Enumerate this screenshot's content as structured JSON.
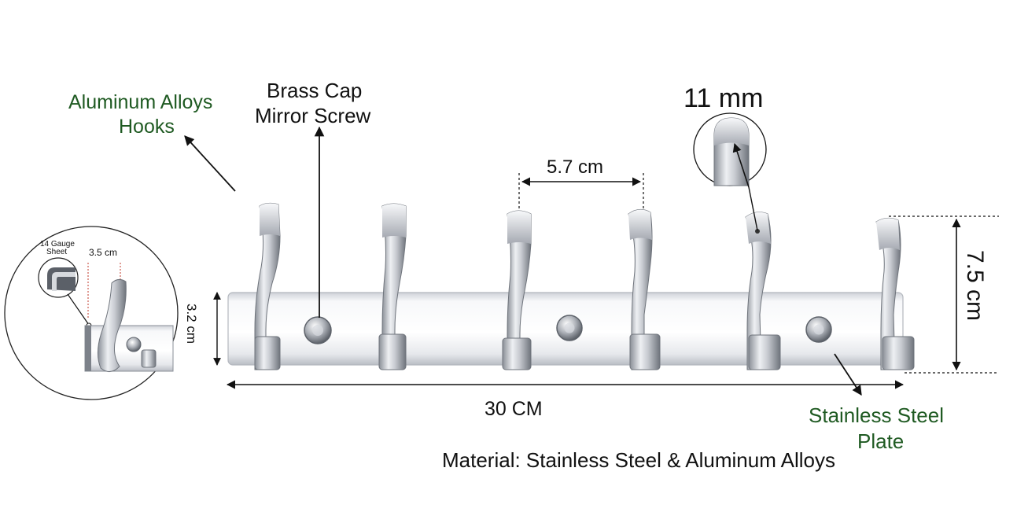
{
  "labels": {
    "hooks_line1": "Aluminum Alloys",
    "hooks_line2": "Hooks",
    "screw_line1": "Brass Cap",
    "screw_line2": "Mirror Screw",
    "hook_thickness": "11 mm",
    "hook_spacing": "5.7 cm",
    "height": "7.5 cm",
    "plate_height": "3.2 cm",
    "length": "30 CM",
    "plate_line1": "Stainless Steel",
    "plate_line2": "Plate",
    "material": "Material: Stainless Steel & Aluminum Alloys"
  },
  "inset": {
    "gauge_line1": "14 Gauge",
    "gauge_line2": "Sheet",
    "depth": "3.5 cm"
  },
  "colors": {
    "label_green": "#1f5a22",
    "label_black": "#111111",
    "steel_light": "#f4f5f7",
    "steel_mid": "#c9ccd2",
    "steel_dark": "#7d828a"
  },
  "product": {
    "hook_count": 6,
    "screw_count": 3
  }
}
